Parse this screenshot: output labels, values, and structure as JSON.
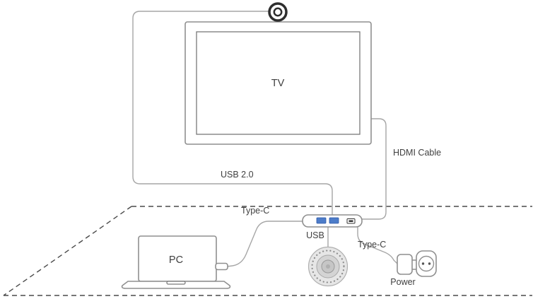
{
  "diagram": {
    "labels": {
      "tv": "TV",
      "pc": "PC",
      "usb_2_0": "USB 2.0",
      "hdmi_cable": "HDMI Cable",
      "type_c_hub": "Type-C",
      "usb_speakerphone": "USB",
      "type_c_power": "Type-C",
      "power": "Power"
    },
    "colors": {
      "usb_port_fill": "#4d7cc9",
      "usb_port_stroke": "#2f5aa8",
      "cable": "#a6a6a6",
      "device_outline": "#8f8f8f",
      "table_dash": "#4a4a4a",
      "text": "#404040"
    }
  }
}
